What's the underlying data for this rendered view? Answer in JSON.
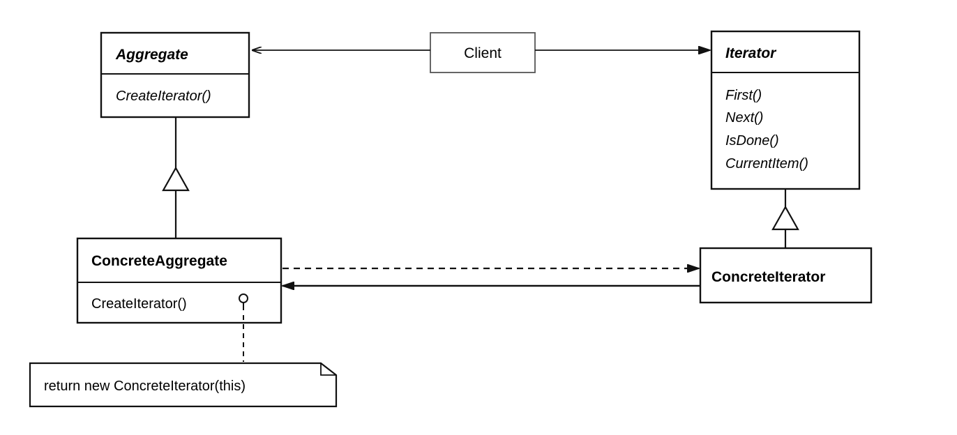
{
  "diagram": {
    "aggregate": {
      "name": "Aggregate",
      "operations": [
        "CreateIterator()"
      ]
    },
    "client": {
      "name": "Client"
    },
    "iterator": {
      "name": "Iterator",
      "operations": [
        "First()",
        "Next()",
        "IsDone()",
        "CurrentItem()"
      ]
    },
    "concrete_aggregate": {
      "name": "ConcreteAggregate",
      "operations": [
        "CreateIterator()"
      ]
    },
    "concrete_iterator": {
      "name": "ConcreteIterator"
    },
    "note": {
      "text": "return new ConcreteIterator(this)"
    }
  }
}
